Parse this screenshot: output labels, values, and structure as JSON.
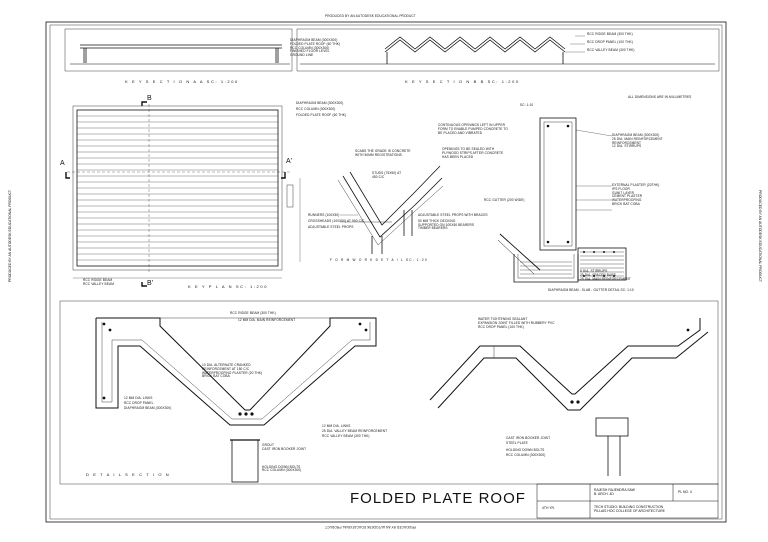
{
  "watermark": "PRODUCED BY AN AUTODESK EDUCATIONAL PRODUCT",
  "top_section": {
    "labels": [
      "DIAPHRAGM BEAM (300X300)",
      "FOLDED PLATE ROOF (60 THK)",
      "RCC COLUMN (300X300)",
      "FINISHED FLOOR LEVEL",
      "GROUND LINE"
    ],
    "right_labels": [
      "RCC RIDGE BEAM (300 THK)",
      "RCC DROP PANEL (100 THK)",
      "RCC VALLEY BEAM (300 THK)"
    ],
    "caption_aa": "K E Y   S E C T I O N   A A  SC: 1:200",
    "caption_bb": "K E Y   S E C T I O N   B B  SC: 1:200"
  },
  "key_plan": {
    "label_b_top": "B",
    "label_b_bottom": "B'",
    "label_a_left": "A",
    "label_a_right": "A'",
    "labels": [
      "DIAPHRAGM BEAM (300X300)",
      "RCC COLUMN (300X300)",
      "FOLDED PLATE ROOF (60 THK)"
    ],
    "bottom_labels": [
      "RCC RIDGE BEAM",
      "RCC VALLEY BEAM"
    ],
    "caption": "K E Y   P L A N  SC: 1:200"
  },
  "formwork": {
    "labels": [
      "CONTINUOUS OPENINGS LEFT IN UPPER FORM TO ENABLE PUMPED CONCRETE TO BE PLACED AND VIBRATED",
      "OPENINGS TO BE SEALED WITH PLYWOOD STRIPS AFTER CONCRETE HAS BEEN PLACED",
      "SCABS THE GRADE IS CONCRETE WITH 50MM REGISTRATIONS",
      "STUDS (75X50) AT 450 C/C",
      "RUNNERS (100X50)",
      "CROSSHEADS (100X50) AT 900 C/C",
      "ADJUSTABLE STEEL PROPS",
      "ADJUSTABLE STEEL PROPS WITH BRACES",
      "50 MM THICK DECKING",
      "SUPPORTED ON 100X50 BEARERS",
      "TIMBER BEARERS"
    ],
    "caption": "F O R M W O R K   D E T A I L  SC: 1:20"
  },
  "gutter_detail": {
    "scale": "SC: 1:10",
    "labels": [
      "DIAPHRAGM BEAM (300X300)",
      "25 DIA. MAIN REINFORCEMENT",
      "REINFORCEMENT",
      "12 DIA. STIRRUPS",
      "EXTERNAL PLASTER (20THK)",
      "IPS FLOOR",
      "GUNIT LAYER",
      "CEMENT PLASTER",
      "WATERPROOFING",
      "BRICK BAT COBA"
    ],
    "other_labels": [
      "RCC GUTTER (200 WIDE)",
      "8 DIA. STIRRUPS",
      "25 DIA. SPACER BARS",
      "25 DIA. MAIN REINFORCEMENT"
    ],
    "caption": "DIAPHRAGM BEAM - SLAB - GUTTER DETAIL  SC: 1:10",
    "note": "ALL DIMENSIONS ARE IN MILLIMETRES"
  },
  "detail_section": {
    "labels_left": [
      "RCC RIDGE BEAM (300 THK)",
      "12 MM DIA. MAIN REINFORCEMENT",
      "12 MM DIA. LINKS",
      "RCC DROP PANEL",
      "DIAPHRAGM BEAM (300X300)"
    ],
    "labels_mid": [
      "10 DIA. ALTERNATE CRANKED REINFORCEMENT AT 150 C/C",
      "WATERPROOFING PLASTER (20 THK)",
      "BRICK BAT COBA",
      "12 MM DIA. LINKS",
      "25 DIA. VALLEY BEAM REINFORCEMENT",
      "RCC VALLEY BEAM (300 THK)"
    ],
    "labels_right": [
      "WATER TIGHTENING SEALANT",
      "EXPANSION JOINT FILLED WITH RUBBERY PVC",
      "RCC DROP PANEL (100 THK)",
      "CAST IRON BOOKER JOINT",
      "STEEL PLATE",
      "HOLDING DOWN BOLTS",
      "RCC COLUMN (300X300)"
    ],
    "labels_bottom": [
      "GROUT",
      "CAST IRON BOOKER JOINT",
      "HOLDING DOWN BOLTS",
      "RCC COLUMN (300X300)"
    ],
    "caption": "D E T A I L   S E C T I O N"
  },
  "title_block": {
    "title": "FOLDED PLATE ROOF",
    "name": "RAJESH RAJENDRA SAW",
    "roll": "B. ARCH. 4D",
    "sheet": "PL NO. 4",
    "year": "4TH YR.",
    "subject": "TECH STUDIO: BUILDING CONSTRUCTION",
    "college": "PILLAIS HOC COLLEGE OF ARCHITECTURE"
  }
}
